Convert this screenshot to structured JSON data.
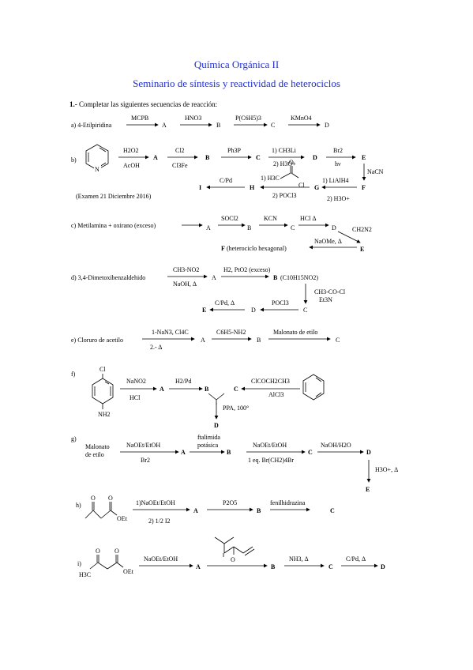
{
  "header": {
    "title": "Química Orgánica II",
    "subtitle": "Seminario de síntesis y reactividad de heterociclos"
  },
  "intro": {
    "number": "1.-",
    "text": "Completar las siguientes secuencias de reacción:"
  },
  "a": {
    "label": "a) 4-Etilpiridina",
    "r1": "MCPB",
    "r2": "HNO3",
    "r3": "P(C6H5)3",
    "r4": "KMnO4",
    "A": "A",
    "B": "B",
    "C": "C",
    "D": "D"
  },
  "b": {
    "label": "b)",
    "r1top": "H2O2",
    "r1bot": "AcOH",
    "r2top": "Cl2",
    "r2bot": "Cl3Fe",
    "r3": "Ph3P",
    "r4top": "1) CH3Li",
    "r4bot": "2) H3O+",
    "r5top": "Br2",
    "r5bot": "hν",
    "r6": "NaCN",
    "r7top": "1) LiAlH4",
    "r7bot": "2) H3O+",
    "r8top": "1) H3C",
    "r8cl": "Cl",
    "r8o": "O",
    "r8bot": "2) POCl3",
    "r9": "C/Pd",
    "A": "A",
    "B": "B",
    "C": "C",
    "D": "D",
    "E": "E",
    "F": "F",
    "G": "G",
    "H": "H",
    "I": "I",
    "exam": "(Examen 21 Diciembre 2016)"
  },
  "c": {
    "label": "c) Metilamina + oxirano (exceso)",
    "r1": "SOCl2",
    "r2": "KCN",
    "r3": "HCl Δ",
    "r4": "CH2N2",
    "r5": "NaOMe, Δ",
    "A": "A",
    "B": "B",
    "C": "C",
    "D": "D",
    "E": "E",
    "F": "F",
    "Fdesc": "(heterociclo hexagonal)"
  },
  "d": {
    "label": "d) 3,4-Dimetoxibenzaldehido",
    "r1top": "CH3-NO2",
    "r1bot": "NaOH, Δ",
    "r2": "H2, PtO2 (exceso)",
    "Bformula": "(C10H15NO2)",
    "r3top": "CH3-CO-Cl",
    "r3bot": "Et3N",
    "r4": "POCl3",
    "r5": "C/Pd, Δ",
    "A": "A",
    "B": "B",
    "C": "C",
    "D": "D",
    "E": "E"
  },
  "e": {
    "label": "e) Cloruro de acetilo",
    "r1top": "1-NaN3, Cl4C",
    "r1bot": "2.- Δ",
    "r2": "C6H5-NH2",
    "r3": "Malonato de etilo",
    "A": "A",
    "B": "B",
    "C": "C"
  },
  "f": {
    "label": "f)",
    "cl": "Cl",
    "nh2": "NH2",
    "r1top": "NaNO2",
    "r1bot": "HCl",
    "r2": "H2/Pd",
    "r3top": "ClCOCH2CH3",
    "r3bot": "AlCl3",
    "r4": "PPA, 100°",
    "A": "A",
    "B": "B",
    "C": "C",
    "D": "D"
  },
  "g": {
    "label": "g)",
    "start1": "Malonato",
    "start2": "de etilo",
    "r1top": "NaOEt/EtOH",
    "r1bot": "Br2",
    "r2top1": "ftalimida",
    "r2top2": "potásica",
    "r3top": "NaOEt/EtOH",
    "r3bot": "1 eq. Br(CH2)4Br",
    "r4": "NaOH/H2O",
    "r5": "H3O+, Δ",
    "A": "A",
    "B": "B",
    "C": "C",
    "D": "D",
    "E": "E"
  },
  "h": {
    "label": "h)",
    "oet": "OEt",
    "r1top": "1)NaOEt/EtOH",
    "r1bot": "2) 1/2 I2",
    "r2": "P2O5",
    "r3": "fenilhidrazina",
    "A": "A",
    "B": "B",
    "C": "C"
  },
  "i": {
    "label": "i)",
    "h3c": "H3C",
    "oet": "OEt",
    "r1": "NaOEt/EtOH",
    "r3": "NH3, Δ",
    "r4": "C/Pd, Δ",
    "A": "A",
    "B": "B",
    "C": "C",
    "D": "D"
  }
}
